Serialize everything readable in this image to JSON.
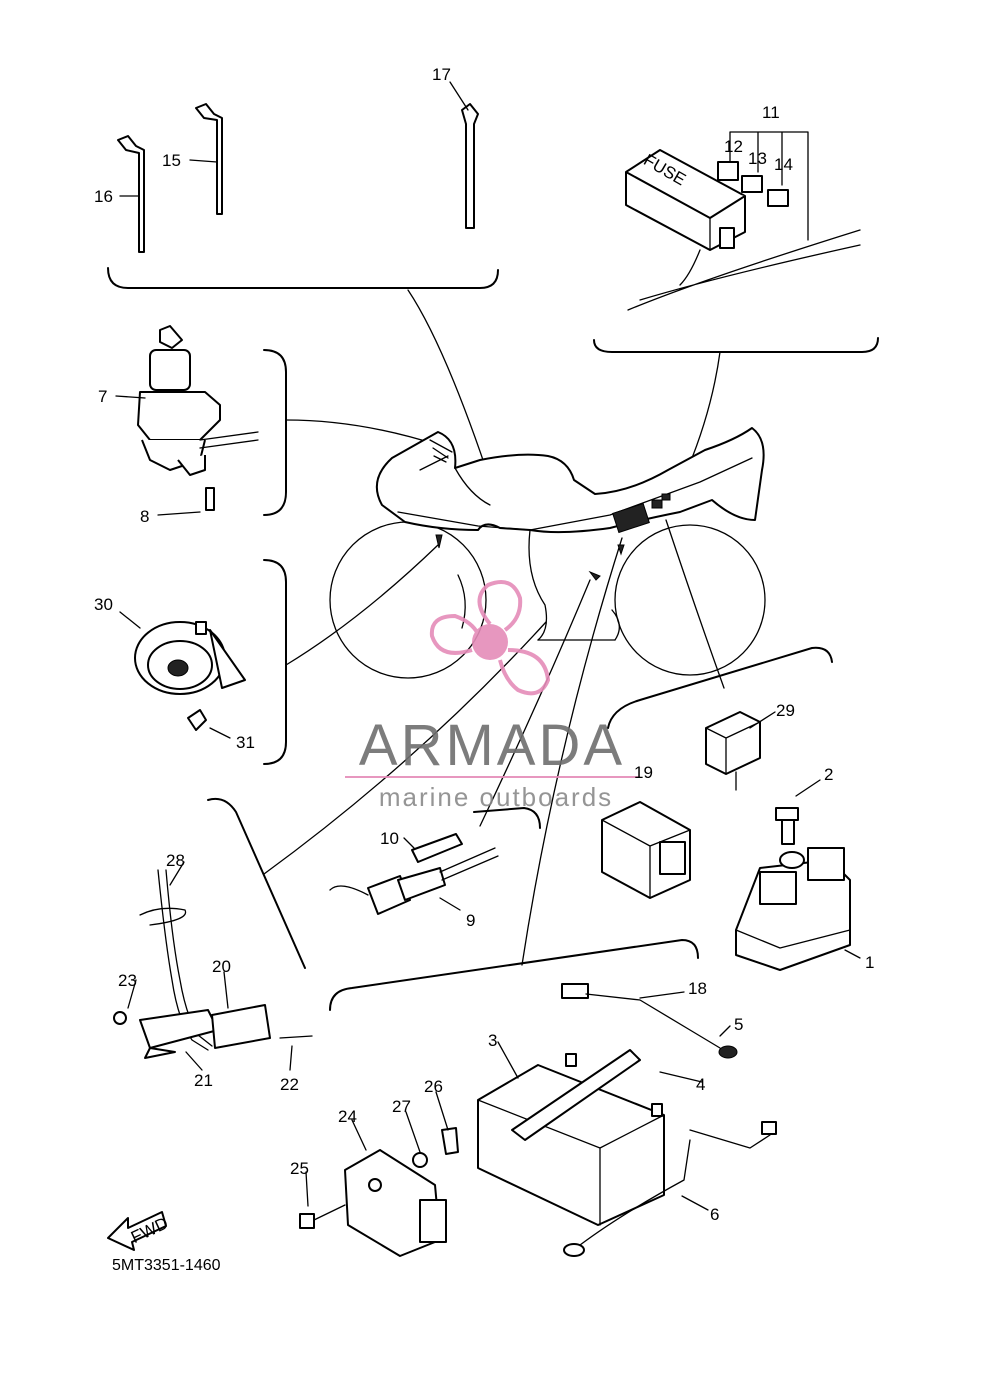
{
  "diagram": {
    "part_code": "5MT3351-1460",
    "fwd_label": "FWD",
    "fuse_label": "FUSE",
    "watermark": {
      "brand": "ARMADA",
      "tagline": "marine outboards",
      "colors": {
        "logo_pink": "#e58cb9",
        "text_gray": "#6e6e6e"
      }
    },
    "callouts": [
      {
        "id": "c1",
        "label": "1"
      },
      {
        "id": "c2",
        "label": "2"
      },
      {
        "id": "c3",
        "label": "3"
      },
      {
        "id": "c4",
        "label": "4"
      },
      {
        "id": "c5",
        "label": "5"
      },
      {
        "id": "c6",
        "label": "6"
      },
      {
        "id": "c7",
        "label": "7"
      },
      {
        "id": "c8",
        "label": "8"
      },
      {
        "id": "c9",
        "label": "9"
      },
      {
        "id": "c10",
        "label": "10"
      },
      {
        "id": "c11",
        "label": "11"
      },
      {
        "id": "c12",
        "label": "12"
      },
      {
        "id": "c13",
        "label": "13"
      },
      {
        "id": "c14",
        "label": "14"
      },
      {
        "id": "c15",
        "label": "15"
      },
      {
        "id": "c16",
        "label": "16"
      },
      {
        "id": "c17",
        "label": "17"
      },
      {
        "id": "c18",
        "label": "18"
      },
      {
        "id": "c19",
        "label": "19"
      },
      {
        "id": "c20",
        "label": "20"
      },
      {
        "id": "c21",
        "label": "21"
      },
      {
        "id": "c22",
        "label": "22"
      },
      {
        "id": "c23",
        "label": "23"
      },
      {
        "id": "c24",
        "label": "24"
      },
      {
        "id": "c25",
        "label": "25"
      },
      {
        "id": "c26",
        "label": "26"
      },
      {
        "id": "c27",
        "label": "27"
      },
      {
        "id": "c28",
        "label": "28"
      },
      {
        "id": "c29",
        "label": "29"
      },
      {
        "id": "c30",
        "label": "30"
      },
      {
        "id": "c31",
        "label": "31"
      }
    ]
  }
}
